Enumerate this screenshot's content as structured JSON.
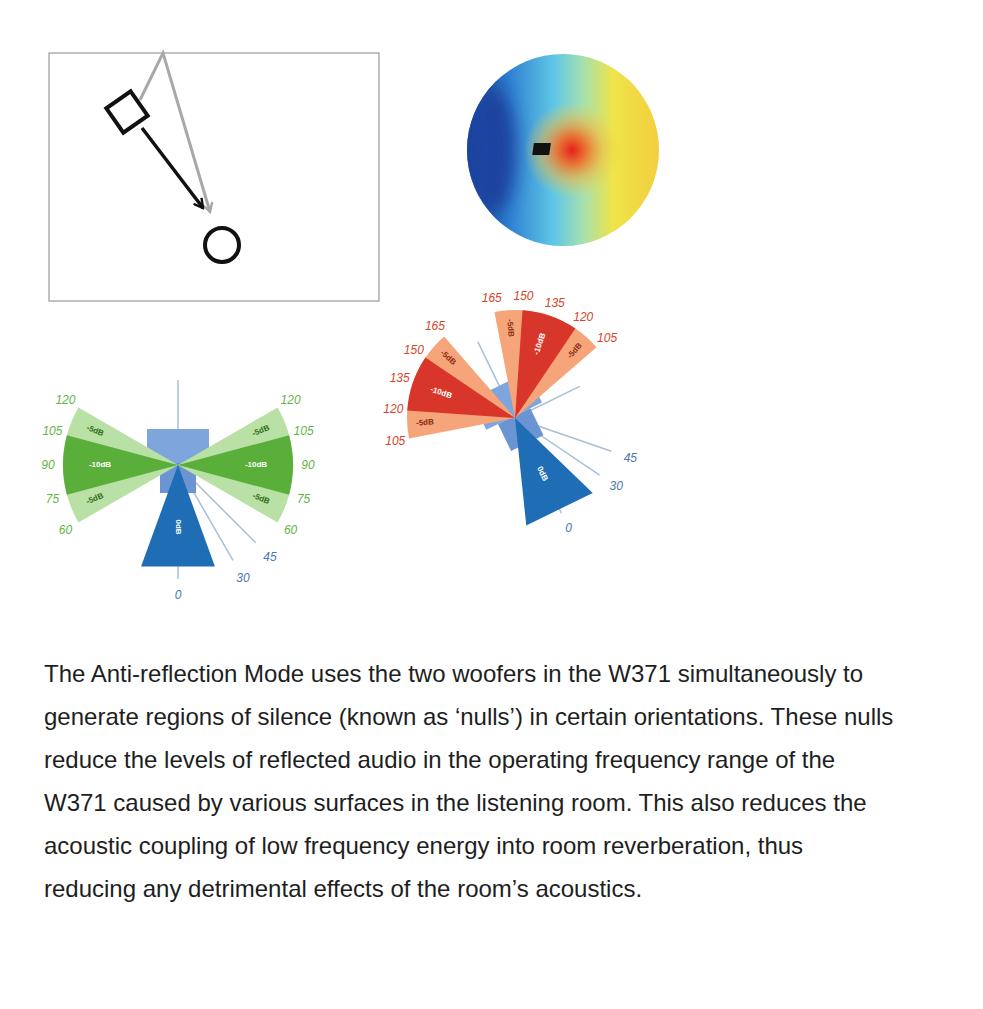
{
  "diagram": {
    "caption": "The Anti-reflection Mode uses the two woofers in the W371 simultaneously to generate regions of silence (known as ‘nulls’) in certain orientations. These nulls reduce the levels of reflected audio in the operating frequency range of the W371 caused by various surfaces in the listening room. This also reduces the acoustic coupling of low frequency energy into room reverberation, thus reducing any detrimental effects of the room’s acoustics.",
    "labels": [
      "120",
      "105",
      "90",
      "75",
      "60",
      "120",
      "105",
      "90",
      "75",
      "60",
      "45",
      "30",
      "0",
      "0dB",
      "-5dB",
      "-10dB",
      "-5dB",
      "-5dB",
      "-10dB",
      "-5dB",
      "165",
      "150",
      "135",
      "120",
      "105",
      "165",
      "150",
      "135",
      "120",
      "105",
      "45",
      "30",
      "0",
      "0dB",
      "-5dB",
      "-10dB",
      "-5dB",
      "-5dB",
      "-10dB",
      "-5dB"
    ]
  }
}
